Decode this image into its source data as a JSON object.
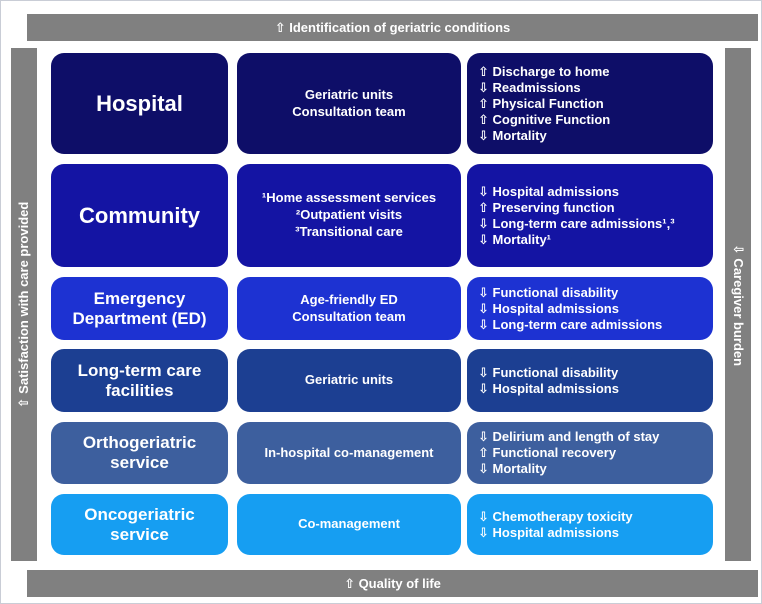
{
  "frame": {
    "banner_color": "#808080",
    "top_banner": "⇧ Identification of geriatric conditions",
    "bottom_banner": "⇧ Quality of life",
    "left_banner": "⇧ Satisfaction with care provided",
    "right_banner": "⇩ Caregiver burden"
  },
  "rows": [
    {
      "setting": "Hospital",
      "interventions": "Geriatric units\nConsultation team",
      "outcomes": "⇧ Discharge to home\n⇩ Readmissions\n⇧ Physical Function\n⇧ Cognitive Function\n⇩ Mortality",
      "color": "#0e0e68"
    },
    {
      "setting": "Community",
      "interventions": "¹Home assessment services\n²Outpatient visits\n³Transitional care",
      "outcomes": "⇩ Hospital admissions\n⇧ Preserving function\n⇩ Long-term care admissions¹,³\n⇩ Mortality¹",
      "color": "#1414a3"
    },
    {
      "setting": "Emergency\nDepartment (ED)",
      "interventions": "Age-friendly ED\nConsultation team",
      "outcomes": "⇩ Functional disability\n⇩ Hospital admissions\n⇩ Long-term care admissions",
      "color": "#1d32d2"
    },
    {
      "setting": "Long-term care\nfacilities",
      "interventions": "Geriatric units",
      "outcomes": "⇩ Functional disability\n⇩ Hospital admissions",
      "color": "#1c3f92"
    },
    {
      "setting": "Orthogeriatric\nservice",
      "interventions": "In-hospital co-management",
      "outcomes": "⇩ Delirium and length of stay\n⇧ Functional recovery\n⇩ Mortality",
      "color": "#3d5f9e"
    },
    {
      "setting": "Oncogeriatric\nservice",
      "interventions": "Co-management",
      "outcomes": "⇩ Chemotherapy toxicity\n⇩ Hospital admissions",
      "color": "#169ef2"
    }
  ]
}
